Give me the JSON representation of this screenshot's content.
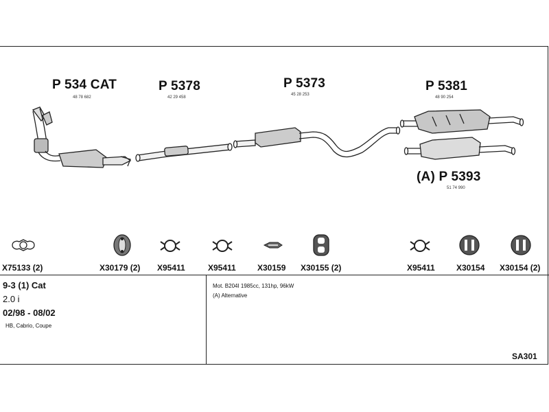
{
  "parts": [
    {
      "code": "P 534 CAT",
      "ref": "48 78 682"
    },
    {
      "code": "P 5378",
      "ref": "42 29 458"
    },
    {
      "code": "P 5373",
      "ref": "45 28 253"
    },
    {
      "code": "P 5381",
      "ref": "48 90 254"
    },
    {
      "code": "(A) P 5393",
      "ref": "51 74 990"
    }
  ],
  "accessories": [
    {
      "label": "X75133 (2)",
      "icon": "gasket-icon"
    },
    {
      "label": "X30179 (2)",
      "icon": "oval-rubber-mount-icon"
    },
    {
      "label": "X95411",
      "icon": "pipe-clamp-icon"
    },
    {
      "label": "X95411",
      "icon": "pipe-clamp-icon"
    },
    {
      "label": "X30159",
      "icon": "small-clip-icon"
    },
    {
      "label": "X30155 (2)",
      "icon": "rubber-hanger-icon"
    },
    {
      "label": "X95411",
      "icon": "pipe-clamp-icon"
    },
    {
      "label": "X30154",
      "icon": "rubber-mount-icon"
    },
    {
      "label": "X30154 (2)",
      "icon": "rubber-mount-icon"
    }
  ],
  "vehicle": {
    "model": "9-3 (1) Cat",
    "engine": "2.0 i",
    "years": "02/98 - 08/02",
    "body": "HB, Cabrio, Coupe"
  },
  "notes": {
    "engine_spec": "Mot. B204I 1985cc, 131hp, 96kW",
    "alternative": "(A) Alternative"
  },
  "diagram_code": "SA301"
}
